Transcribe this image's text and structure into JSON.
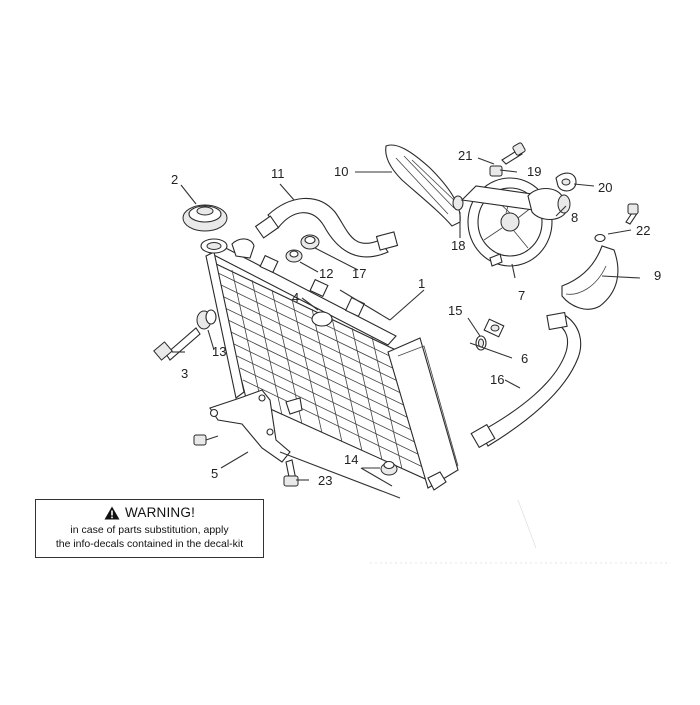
{
  "diagram": {
    "callouts": [
      {
        "id": "c1",
        "label": "1"
      },
      {
        "id": "c2",
        "label": "2"
      },
      {
        "id": "c3",
        "label": "3"
      },
      {
        "id": "c4",
        "label": "4"
      },
      {
        "id": "c5",
        "label": "5"
      },
      {
        "id": "c6",
        "label": "6"
      },
      {
        "id": "c7",
        "label": "7"
      },
      {
        "id": "c8",
        "label": "8"
      },
      {
        "id": "c9",
        "label": "9"
      },
      {
        "id": "c10",
        "label": "10"
      },
      {
        "id": "c11",
        "label": "11"
      },
      {
        "id": "c12",
        "label": "12"
      },
      {
        "id": "c13",
        "label": "13"
      },
      {
        "id": "c14",
        "label": "14"
      },
      {
        "id": "c15",
        "label": "15"
      },
      {
        "id": "c16",
        "label": "16"
      },
      {
        "id": "c17",
        "label": "17"
      },
      {
        "id": "c18",
        "label": "18"
      },
      {
        "id": "c19",
        "label": "19"
      },
      {
        "id": "c20",
        "label": "20"
      },
      {
        "id": "c21",
        "label": "21"
      },
      {
        "id": "c22",
        "label": "22"
      },
      {
        "id": "c23",
        "label": "23"
      }
    ]
  },
  "warning": {
    "title": "WARNING!",
    "line1": "in case of parts substitution, apply",
    "line2": "the info-decals contained in the decal-kit",
    "icon": "warning-triangle-icon"
  }
}
